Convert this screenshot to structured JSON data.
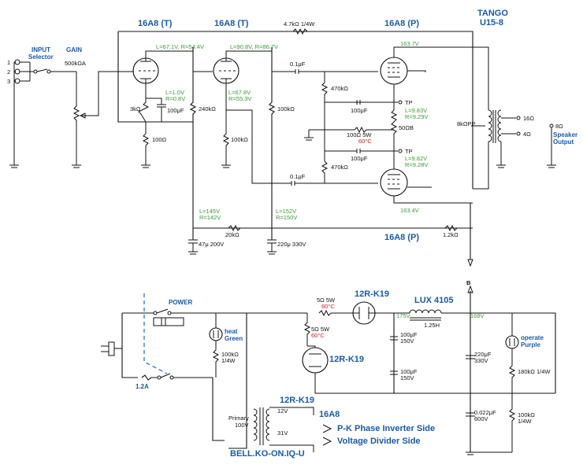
{
  "tubes": {
    "t1": "16A8 (T)",
    "t2": "16A8 (T)",
    "p1": "16A8 (P)",
    "p2": "16A8 (P)",
    "rect1": "12R-K19",
    "rect2": "12R-K19",
    "rect3": "12R-K19",
    "heater": "16A8"
  },
  "labels": {
    "input_selector": [
      "INPUT",
      "Selector"
    ],
    "gain": "GAIN",
    "gain_pot": "500kΩA",
    "ports": [
      "1",
      "2",
      "3"
    ],
    "tango": [
      "TANGO",
      "U15-8"
    ],
    "speaker": [
      "Speaker",
      "Output"
    ],
    "tap16": "16Ω",
    "tap8": "8Ω",
    "tap4": "4Ω",
    "pri": "8kΩPP",
    "tp1": "TP",
    "tp2": "TP",
    "node_b": "B",
    "power": "POWER",
    "fuse": "1.2A",
    "heat": [
      "heat",
      "Green"
    ],
    "operate": [
      "operate",
      "Purple"
    ],
    "choke": "LUX 4105",
    "choke_val": "1.25H",
    "primary": [
      "Primary",
      "100V"
    ],
    "sec12": "12V",
    "sec31": "31V",
    "pk_side": "P-K Phase Inverter Side",
    "vd_side": "Voltage Divider Side",
    "trans": "BELL.KO-ON.IQ-U"
  },
  "components": {
    "r_fb": "4.7kΩ 1/4W",
    "r_k1": "3kΩ",
    "c_k1": "100μF",
    "r_g1": "100Ω",
    "r_p1": "240kΩ",
    "r_k2": "100kΩ",
    "r_p2": "100kΩ",
    "c_c1": "0.1μF",
    "c_c2": "0.1μF",
    "r_g3": "470kΩ",
    "r_g4": "470kΩ",
    "c_b1": "100μF",
    "c_b2": "100μF",
    "r_bias": [
      "100Ω 5W",
      "60°C"
    ],
    "pot_b": "50ΩB",
    "r_dec": "20kΩ",
    "r_dec2": "1.2kΩ",
    "c_dec1": "47μ 200V",
    "c_dec2": "220μ 330V",
    "r_heat": [
      "100kΩ",
      "1/4W"
    ],
    "r_surge1": [
      "60°C",
      "5Ω 5W"
    ],
    "r_surge2": [
      "5Ω 5W",
      "60°C"
    ],
    "c_f1": [
      "100μF",
      "150V"
    ],
    "c_f2": [
      "100μF",
      "150V"
    ],
    "c_f3": [
      "220μF",
      "330V"
    ],
    "c_f4": [
      "0.022μF",
      "600V"
    ],
    "r_bl1": "180kΩ 1/4W",
    "r_bl2": [
      "100kΩ",
      "1/4W"
    ]
  },
  "voltages": {
    "v1": "L=67.1V, R=54.4V",
    "v2": "L=90.8V, R=86.7V",
    "v3": "163.7V",
    "v4": [
      "L=1.0V",
      "R=0.8V"
    ],
    "v5": [
      "L=67.8V",
      "R=55.3V"
    ],
    "v6": [
      "L=9.83V",
      "R=9.29V"
    ],
    "v7": [
      "L=9.82V",
      "R=9.28V"
    ],
    "v8": [
      "L=145V",
      "R=142V"
    ],
    "v9": [
      "L=152V",
      "R=150V"
    ],
    "v10": "163.4V",
    "v11": "175V",
    "v12": "168V"
  }
}
